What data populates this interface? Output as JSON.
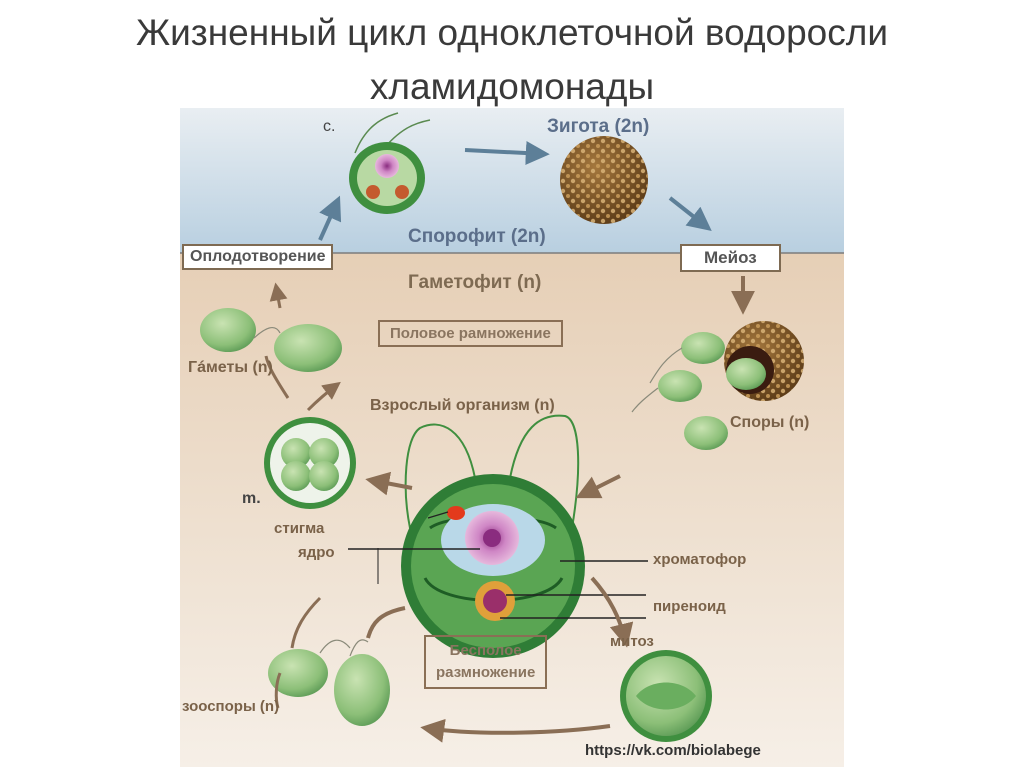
{
  "title": {
    "line1": "Жизненный цикл одноклеточной водоросли",
    "line2": "хламидомонады"
  },
  "labels": {
    "c_label": "с.",
    "zygote": "Зигота (2n)",
    "sporophyte": "Спорофит (2n)",
    "fertilization": "Оплодотворение",
    "meiosis": "Мейоз",
    "gametophyte": "Гаметофит (n)",
    "sexual_reproduction": "Половое рамножение",
    "gametes": "Гáметы (n)",
    "adult_organism": "Взрослый организм (n)",
    "spores": "Споры (n)",
    "m_label": "m.",
    "stigma": "стигма",
    "nucleus": "ядро",
    "chromatophore": "хроматофор",
    "pyrenoid": "пиреноид",
    "mitosis": "митоз",
    "asexual_line1": "Бесполое",
    "asexual_line2": "размножение",
    "zoospores": "зооспоры (n)",
    "url": "https://vk.com/biolabege"
  },
  "colors": {
    "sporophyte_bg": "#c9d9e6",
    "gametophyte_bg": "#ead9c6",
    "cell_green": "#3f8f3f",
    "arrow_brown": "#8a6e55",
    "arrow_blue": "#5d7f98"
  }
}
